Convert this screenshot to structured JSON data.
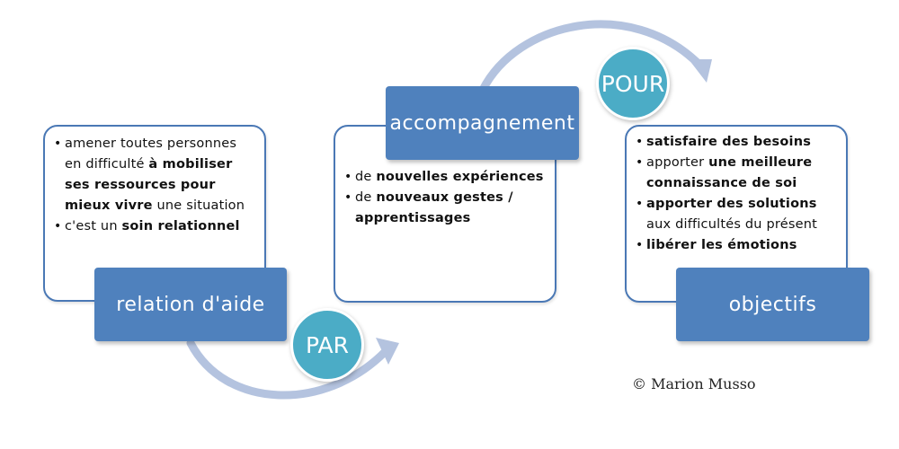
{
  "steps": [
    {
      "label": "relation d'aide",
      "items": [
        {
          "parts": [
            {
              "text": "amener toutes personnes en difficulté ",
              "bold": false
            },
            {
              "text": "à mobiliser ses ressources pour mieux vivre",
              "bold": true
            },
            {
              "text": " une situation",
              "bold": false
            }
          ]
        },
        {
          "parts": [
            {
              "text": "c'est un ",
              "bold": false
            },
            {
              "text": "soin relationnel",
              "bold": true
            }
          ]
        }
      ]
    },
    {
      "label": "accompagnement",
      "items": [
        {
          "parts": [
            {
              "text": "de ",
              "bold": false
            },
            {
              "text": "nouvelles expériences",
              "bold": true
            }
          ]
        },
        {
          "parts": [
            {
              "text": "de ",
              "bold": false
            },
            {
              "text": "nouveaux gestes / apprentissages",
              "bold": true
            }
          ]
        }
      ]
    },
    {
      "label": "objectifs",
      "items": [
        {
          "parts": [
            {
              "text": "satisfaire des besoins",
              "bold": true
            }
          ]
        },
        {
          "parts": [
            {
              "text": "apporter ",
              "bold": false
            },
            {
              "text": "une meilleure connaissance de soi",
              "bold": true
            }
          ]
        },
        {
          "parts": [
            {
              "text": "apporter des solutions",
              "bold": true
            },
            {
              "text": " aux difficultés du présent",
              "bold": false
            }
          ]
        },
        {
          "parts": [
            {
              "text": "libérer les émotions",
              "bold": true
            }
          ]
        }
      ]
    }
  ],
  "connectors": {
    "par": "PAR",
    "pour": "POUR"
  },
  "copyright": "© Marion Musso",
  "colors": {
    "tab": "#4f81bd",
    "card_border": "#4a78b5",
    "circle": "#4bacc6",
    "arrow": "#b4c3df"
  }
}
